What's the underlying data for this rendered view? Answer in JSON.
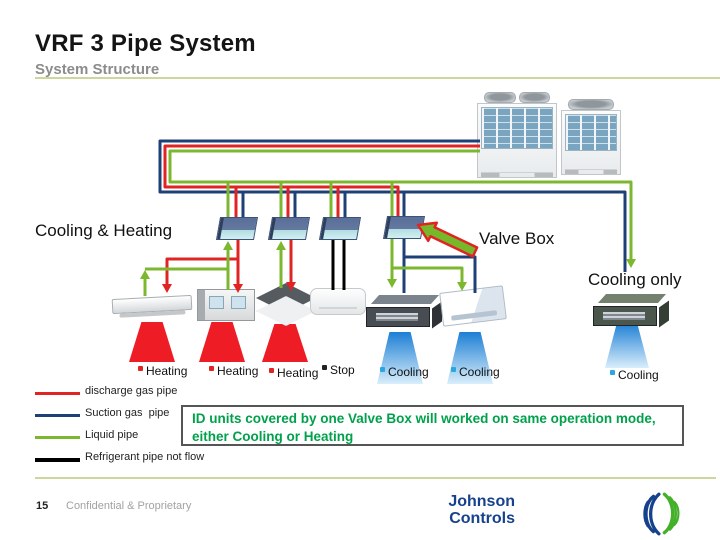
{
  "slide": {
    "title": "VRF 3 Pipe System",
    "subtitle": "System Structure",
    "page_number": "15",
    "footer_text": "Confidential & Proprietary"
  },
  "labels": {
    "cooling_heating": "Cooling & Heating",
    "valve_box": "Valve Box",
    "cooling_only": "Cooling only"
  },
  "units": [
    {
      "label": "Heating",
      "bullet_color": "#e02424"
    },
    {
      "label": "Heating",
      "bullet_color": "#e02424"
    },
    {
      "label": "Heating",
      "bullet_color": "#e02424"
    },
    {
      "label": "Stop",
      "bullet_color": "#222222"
    },
    {
      "label": "Cooling",
      "bullet_color": "#29a8df"
    },
    {
      "label": "Cooling",
      "bullet_color": "#29a8df"
    },
    {
      "label": "Cooling",
      "bullet_color": "#29a8df"
    }
  ],
  "legend": [
    {
      "label": "discharge gas pipe",
      "color": "#e02424"
    },
    {
      "label": "Suction gas  pipe",
      "color": "#1e4077"
    },
    {
      "label": "Liquid pipe",
      "color": "#7cb82f"
    },
    {
      "label": "Refrigerant pipe not flow",
      "color": "#000000"
    }
  ],
  "note": {
    "text": "ID units covered by one Valve Box will worked on same operation mode, either Cooling or Heating",
    "color": "#00a14b"
  },
  "logo": {
    "line1": "Johnson",
    "line2": "Controls"
  },
  "colors": {
    "header_rule": "#cdd79b",
    "discharge_gas": "#e02424",
    "suction_gas": "#1e4077",
    "liquid": "#7cb82f",
    "not_flow": "#000000",
    "valve_arrow_fill": "#76b82a",
    "valve_arrow_border": "#e02424",
    "logo_blue": "#16418c",
    "logo_green": "#43b02a"
  }
}
